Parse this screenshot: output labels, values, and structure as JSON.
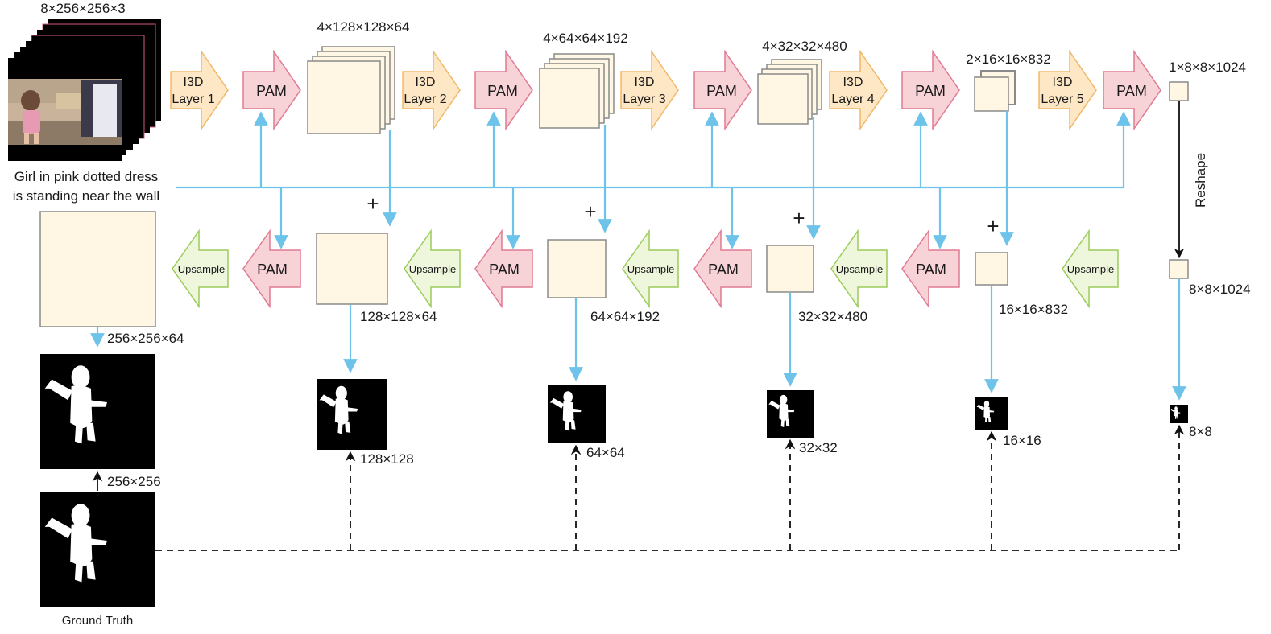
{
  "input": {
    "shape": "8×256×256×3",
    "caption_line1": "Girl in pink dotted dress",
    "caption_line2": "is standing near the wall"
  },
  "encoder": {
    "i3d_layers": [
      {
        "line1": "I3D",
        "line2": "Layer 1"
      },
      {
        "line1": "I3D",
        "line2": "Layer 2"
      },
      {
        "line1": "I3D",
        "line2": "Layer 3"
      },
      {
        "line1": "I3D",
        "line2": "Layer 4"
      },
      {
        "line1": "I3D",
        "line2": "Layer 5"
      }
    ],
    "pam_label": "PAM",
    "feature_shapes": [
      "4×128×128×64",
      "4×64×64×192",
      "4×32×32×480",
      "2×16×16×832",
      "1×8×8×1024"
    ]
  },
  "reshape_label": "Reshape",
  "decoder": {
    "upsample_label": "Upsample",
    "pam_label": "PAM",
    "plus": "+",
    "feature_shapes": [
      "256×256×64",
      "128×128×64",
      "64×64×192",
      "32×32×480",
      "16×16×832",
      "8×8×1024"
    ]
  },
  "masks": {
    "sizes": [
      "256×256",
      "128×128",
      "64×64",
      "32×32",
      "16×16",
      "8×8"
    ],
    "ground_truth_label": "Ground Truth"
  },
  "colors": {
    "io_blue": "#6ec3ea",
    "pam_fill": "#f7d3d8",
    "pam_stroke": "#e07a92",
    "i3d_fill": "#fde7c4",
    "i3d_stroke": "#f0b868",
    "upsample_fill": "#eef6dc",
    "upsample_stroke": "#9ccc5a",
    "feature_fill": "#fff7e3",
    "feature_stroke": "#8a8a8a"
  }
}
